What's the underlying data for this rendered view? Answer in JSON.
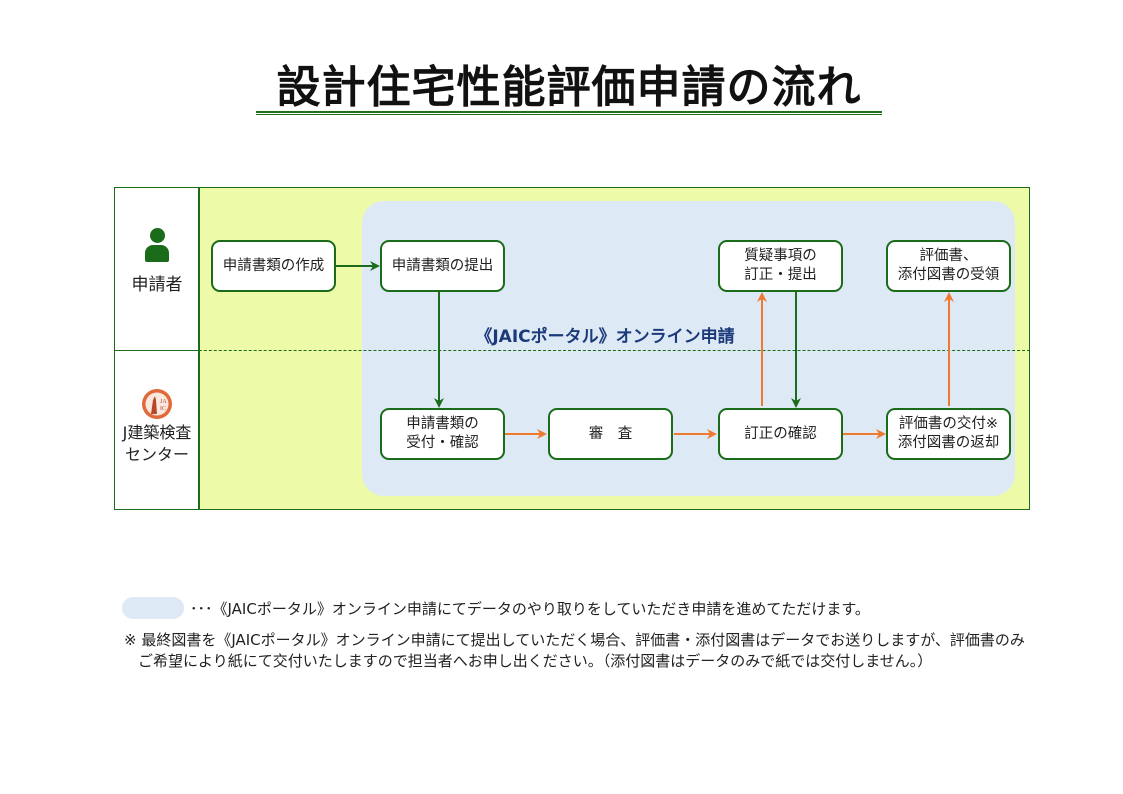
{
  "title": "設計住宅性能評価申請の流れ",
  "lanes": {
    "applicant": {
      "label": "申請者",
      "icon": "person-icon"
    },
    "center": {
      "label_line1": "J建築検査",
      "label_line2": "センター",
      "icon": "jaic-logo-icon",
      "logo_text": "JAIC"
    }
  },
  "portal": {
    "label": "《JAICポータル》オンライン申請"
  },
  "steps": {
    "create": "申請書類の作成",
    "submit": "申請書類の提出",
    "qa_correction": "質疑事項の\n訂正・提出",
    "receive": "評価書、\n添付図書の受領",
    "accept": "申請書類の\n受付・確認",
    "review": "審　査",
    "confirm": "訂正の確認",
    "issue": "評価書の交付※\n添付図書の返却"
  },
  "colors": {
    "frame_border": "#1a6b1a",
    "lane_background": "#edfaa8",
    "portal_background": "#dde9f5",
    "applicant_arrow": "#1a6b1a",
    "center_arrow": "#ee7a30",
    "portal_label": "#1c3a7a"
  },
  "legend": {
    "text": "･･･《JAICポータル》オンライン申請にてデータのやり取りをしていただき申請を進めてただけます。"
  },
  "note": {
    "line1": "※ 最終図書を《JAICポータル》オンライン申請にて提出していただく場合、評価書・添付図書はデータでお送りしますが、評価書のみ",
    "line2": "ご希望により紙にて交付いたしますので担当者へお申し出ください。（添付図書はデータのみで紙では交付しません。）"
  }
}
